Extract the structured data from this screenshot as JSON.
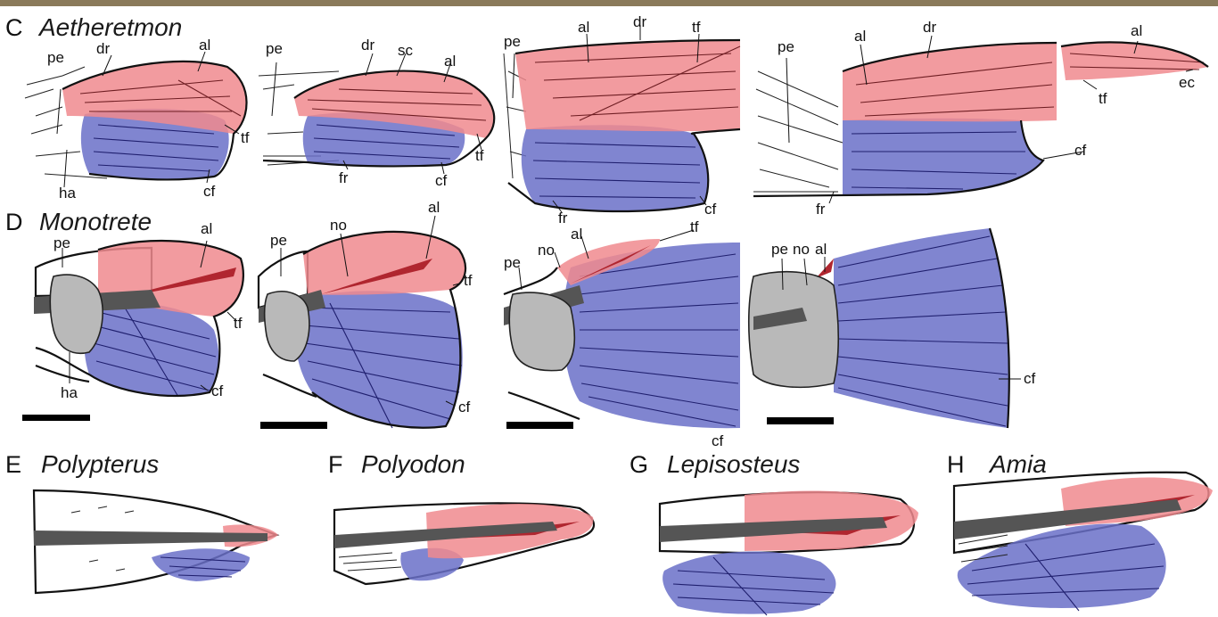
{
  "colors": {
    "red_region": "#f08a8e",
    "blue_region": "#6a70c8",
    "dark_red": "#b0262f",
    "notochord": "#555555",
    "bone": "#b9b9b9"
  },
  "rows": [
    {
      "letter": "C",
      "taxon": "Aetheretmon",
      "specimens": [
        {
          "labels": [
            "pe",
            "dr",
            "al",
            "ha",
            "tf",
            "cf"
          ]
        },
        {
          "labels": [
            "pe",
            "dr",
            "sc",
            "al",
            "fr",
            "cf",
            "tf"
          ]
        },
        {
          "labels": [
            "pe",
            "al",
            "dr",
            "tf",
            "fr",
            "cf"
          ]
        },
        {
          "labels": [
            "pe",
            "al",
            "dr",
            "al",
            "ec",
            "tf",
            "cf",
            "fr"
          ]
        }
      ]
    },
    {
      "letter": "D",
      "taxon": "Monotrete",
      "specimens": [
        {
          "labels": [
            "pe",
            "al",
            "tf",
            "ha",
            "cf"
          ]
        },
        {
          "labels": [
            "pe",
            "no",
            "al",
            "tf",
            "cf"
          ]
        },
        {
          "labels": [
            "pe",
            "no",
            "al",
            "tf",
            "cf"
          ]
        },
        {
          "labels": [
            "pe",
            "no",
            "al",
            "cf"
          ]
        }
      ]
    }
  ],
  "bottom_panels": [
    {
      "letter": "E",
      "taxon": "Polypterus"
    },
    {
      "letter": "F",
      "taxon": "Polyodon"
    },
    {
      "letter": "G",
      "taxon": "Lepisosteus"
    },
    {
      "letter": "H",
      "taxon": "Amia"
    }
  ]
}
